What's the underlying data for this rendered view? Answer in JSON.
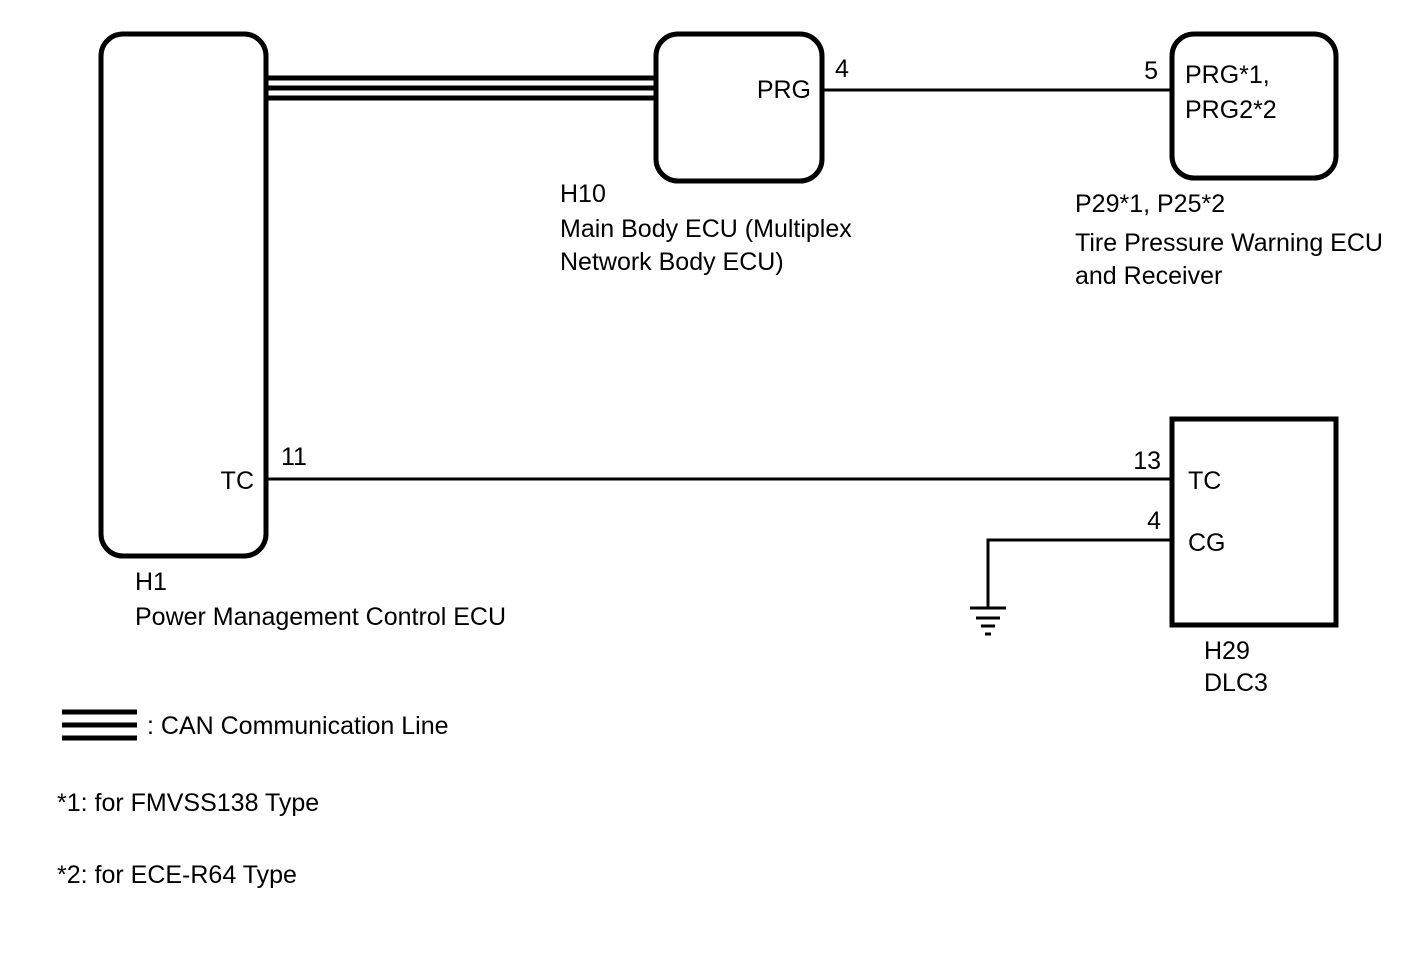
{
  "components": {
    "h1": {
      "connector": "H1",
      "name": "Power Management Control ECU",
      "terminal_tc": "TC",
      "pin_tc": "11"
    },
    "h10": {
      "connector": "H10",
      "name_line1": "Main Body ECU (Multiplex",
      "name_line2": "Network Body ECU)",
      "terminal_prg": "PRG",
      "pin_prg": "4"
    },
    "tpw": {
      "connector": "P29*1, P25*2",
      "name_line1": "Tire Pressure Warning ECU",
      "name_line2": "and Receiver",
      "terminal_line1": "PRG*1,",
      "terminal_line2": "PRG2*2",
      "pin_prg": "5"
    },
    "h29": {
      "connector": "H29",
      "name": "DLC3",
      "terminal_tc": "TC",
      "terminal_cg": "CG",
      "pin_tc": "13",
      "pin_cg": "4"
    }
  },
  "legend": {
    "can_line_label": ": CAN Communication Line"
  },
  "notes": [
    "*1: for FMVSS138 Type",
    "*2: for ECE-R64 Type"
  ],
  "colors": {
    "line": "#000000",
    "background": "#ffffff"
  }
}
